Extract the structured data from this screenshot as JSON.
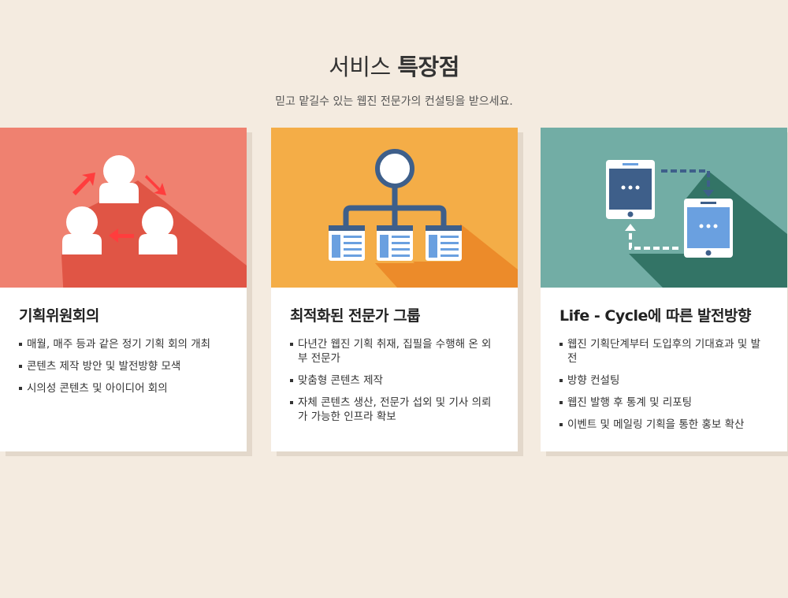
{
  "header": {
    "title_light": "서비스",
    "title_bold": "특장점",
    "subtitle": "믿고 맡길수 있는 웹진 전문가의 컨설팅을 받으세요."
  },
  "cards": [
    {
      "icon": "people-cycle-icon",
      "color": "#ef8170",
      "shadow_color": "#e05545",
      "title": "기획위원회의",
      "items": [
        "매월, 매주 등과 같은 정기 기획 회의 개최",
        "콘텐츠 제작 방안 및 발전방향 모색",
        "시의성 콘텐츠 및 아이디어 회의"
      ]
    },
    {
      "icon": "org-chart-icon",
      "color": "#f4ad47",
      "shadow_color": "#ec8b2a",
      "title": "최적화된 전문가 그룹",
      "items": [
        "다년간 웹진 기획 취재, 집필을 수행해 온 외부 전문가",
        "맞춤형 콘텐츠 제작",
        "자체 콘텐츠 생산, 전문가 섭외 및 기사 의뢰가 가능한 인프라 확보"
      ]
    },
    {
      "icon": "devices-cycle-icon",
      "color": "#72ada5",
      "shadow_color": "#337466",
      "title": "Life - Cycle에 따른 발전방향",
      "items": [
        "웹진 기획단계부터 도입후의 기대효과 및 발전",
        "방향 컨설팅",
        "웹진 발행 후 통계 및 리포팅",
        "이벤트 및 메일링 기획을 통한 홍보 확산"
      ]
    }
  ]
}
